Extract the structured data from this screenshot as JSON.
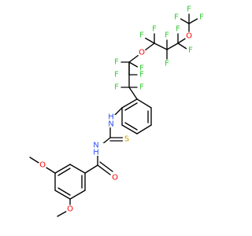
{
  "atom_labels": {
    "F": "F",
    "O": "O",
    "N": "N",
    "H": "H",
    "S": "S"
  },
  "colors": {
    "bond": "#000000",
    "F": "#33cc33",
    "O": "#ff0000",
    "N": "#3050f8",
    "S": "#c8a000",
    "background": "#ffffff"
  },
  "structure": {
    "smiles": "COc1cc(cc(OC)c1)C(=O)NC(=S)Nc1cccc(c1)C(F)(F)C(F)(F)OC(F)(F)C(F)(F)C(F)(F)OC(F)(F)F"
  }
}
